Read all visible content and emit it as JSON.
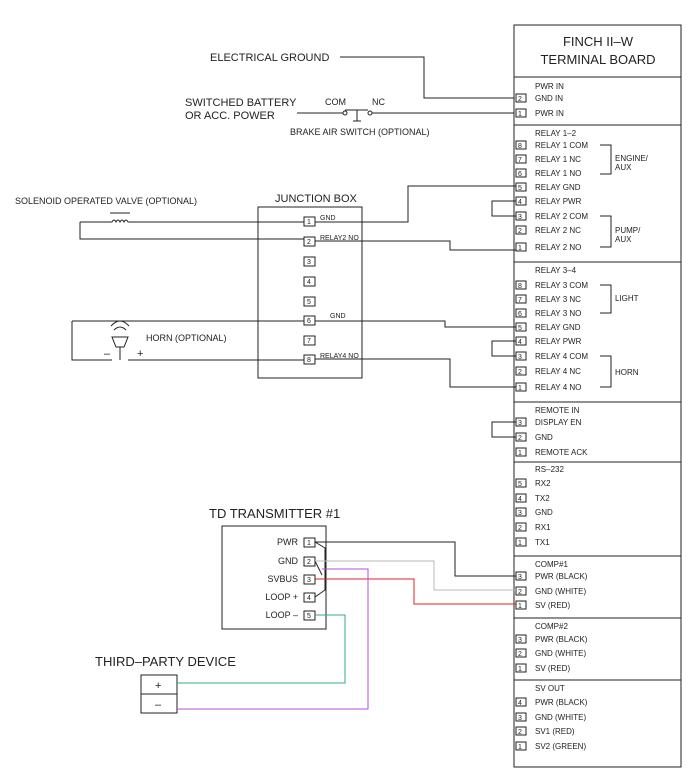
{
  "terminal_board": {
    "title_line1": "FINCH II–W",
    "title_line2": "TERMINAL BOARD",
    "sections": [
      {
        "header": "PWR IN",
        "pins": [
          {
            "num": "2",
            "label": "GND IN"
          },
          {
            "num": "1",
            "label": "PWR IN"
          }
        ]
      },
      {
        "header": "RELAY 1–2",
        "pins": [
          {
            "num": "8",
            "label": "RELAY 1 COM"
          },
          {
            "num": "7",
            "label": "RELAY 1 NC"
          },
          {
            "num": "6",
            "label": "RELAY 1 NO"
          },
          {
            "num": "5",
            "label": "RELAY GND"
          },
          {
            "num": "4",
            "label": "RELAY PWR"
          },
          {
            "num": "3",
            "label": "RELAY 2 COM"
          },
          {
            "num": "2",
            "label": "RELAY 2 NC"
          },
          {
            "num": "1",
            "label": "RELAY 2 NO"
          }
        ],
        "groups": [
          {
            "line1": "ENGINE/",
            "line2": "AUX"
          },
          {
            "line1": "PUMP/",
            "line2": "AUX"
          }
        ]
      },
      {
        "header": "RELAY 3–4",
        "pins": [
          {
            "num": "8",
            "label": "RELAY 3 COM"
          },
          {
            "num": "7",
            "label": "RELAY 3 NC"
          },
          {
            "num": "6",
            "label": "RELAY 3 NO"
          },
          {
            "num": "5",
            "label": "RELAY GND"
          },
          {
            "num": "4",
            "label": "RELAY PWR"
          },
          {
            "num": "3",
            "label": "RELAY 4 COM"
          },
          {
            "num": "2",
            "label": "RELAY 4 NC"
          },
          {
            "num": "1",
            "label": "RELAY 4 NO"
          }
        ],
        "groups": [
          {
            "line1": "LIGHT",
            "line2": ""
          },
          {
            "line1": "HORN",
            "line2": ""
          }
        ]
      },
      {
        "header": "REMOTE IN",
        "pins": [
          {
            "num": "3",
            "label": "DISPLAY EN"
          },
          {
            "num": "2",
            "label": "GND"
          },
          {
            "num": "1",
            "label": "REMOTE ACK"
          }
        ]
      },
      {
        "header": "RS–232",
        "pins": [
          {
            "num": "5",
            "label": "RX2"
          },
          {
            "num": "4",
            "label": "TX2"
          },
          {
            "num": "3",
            "label": "GND"
          },
          {
            "num": "2",
            "label": "RX1"
          },
          {
            "num": "1",
            "label": "TX1"
          }
        ]
      },
      {
        "header": "COMP#1",
        "pins": [
          {
            "num": "3",
            "label": "PWR (BLACK)"
          },
          {
            "num": "2",
            "label": "GND (WHITE)"
          },
          {
            "num": "1",
            "label": "SV (RED)"
          }
        ]
      },
      {
        "header": "COMP#2",
        "pins": [
          {
            "num": "3",
            "label": "PWR (BLACK)"
          },
          {
            "num": "2",
            "label": "GND (WHITE)"
          },
          {
            "num": "1",
            "label": "SV (RED)"
          }
        ]
      },
      {
        "header": "SV OUT",
        "pins": [
          {
            "num": "4",
            "label": "PWR (BLACK)"
          },
          {
            "num": "3",
            "label": "GND (WHITE)"
          },
          {
            "num": "2",
            "label": "SV1 (RED)"
          },
          {
            "num": "1",
            "label": "SV2 (GREEN)"
          }
        ]
      }
    ]
  },
  "labels": {
    "electrical_ground": "ELECTRICAL GROUND",
    "switched_battery_1": "SWITCHED BATTERY",
    "switched_battery_2": "OR ACC. POWER",
    "com": "COM",
    "nc": "NC",
    "brake_switch": "BRAKE AIR SWITCH (OPTIONAL)",
    "solenoid": "SOLENOID OPERATED VALVE (OPTIONAL)",
    "horn": "HORN (OPTIONAL)",
    "horn_minus": "–",
    "horn_plus": "+",
    "junction_box": "JUNCTION BOX",
    "td_transmitter": "TD TRANSMITTER #1",
    "third_party": "THIRD–PARTY DEVICE",
    "tp_plus": "+",
    "tp_minus": "–"
  },
  "junction_box": {
    "terminals": [
      {
        "num": "1",
        "label": "GND"
      },
      {
        "num": "2",
        "label": "RELAY2 NO"
      },
      {
        "num": "3",
        "label": ""
      },
      {
        "num": "4",
        "label": ""
      },
      {
        "num": "5",
        "label": ""
      },
      {
        "num": "6",
        "label": "GND"
      },
      {
        "num": "7",
        "label": ""
      },
      {
        "num": "8",
        "label": "RELAY4 NO"
      }
    ]
  },
  "td_transmitter": {
    "pins": [
      {
        "num": "1",
        "label": "PWR"
      },
      {
        "num": "2",
        "label": "GND"
      },
      {
        "num": "3",
        "label": "SVBUS"
      },
      {
        "num": "4",
        "label": "LOOP +"
      },
      {
        "num": "5",
        "label": "LOOP –"
      }
    ]
  },
  "colors": {
    "line": "#222222",
    "red": "#e02020",
    "white_wire": "#b8b8b8",
    "green": "#2fb07a",
    "purple": "#b64fd6"
  }
}
